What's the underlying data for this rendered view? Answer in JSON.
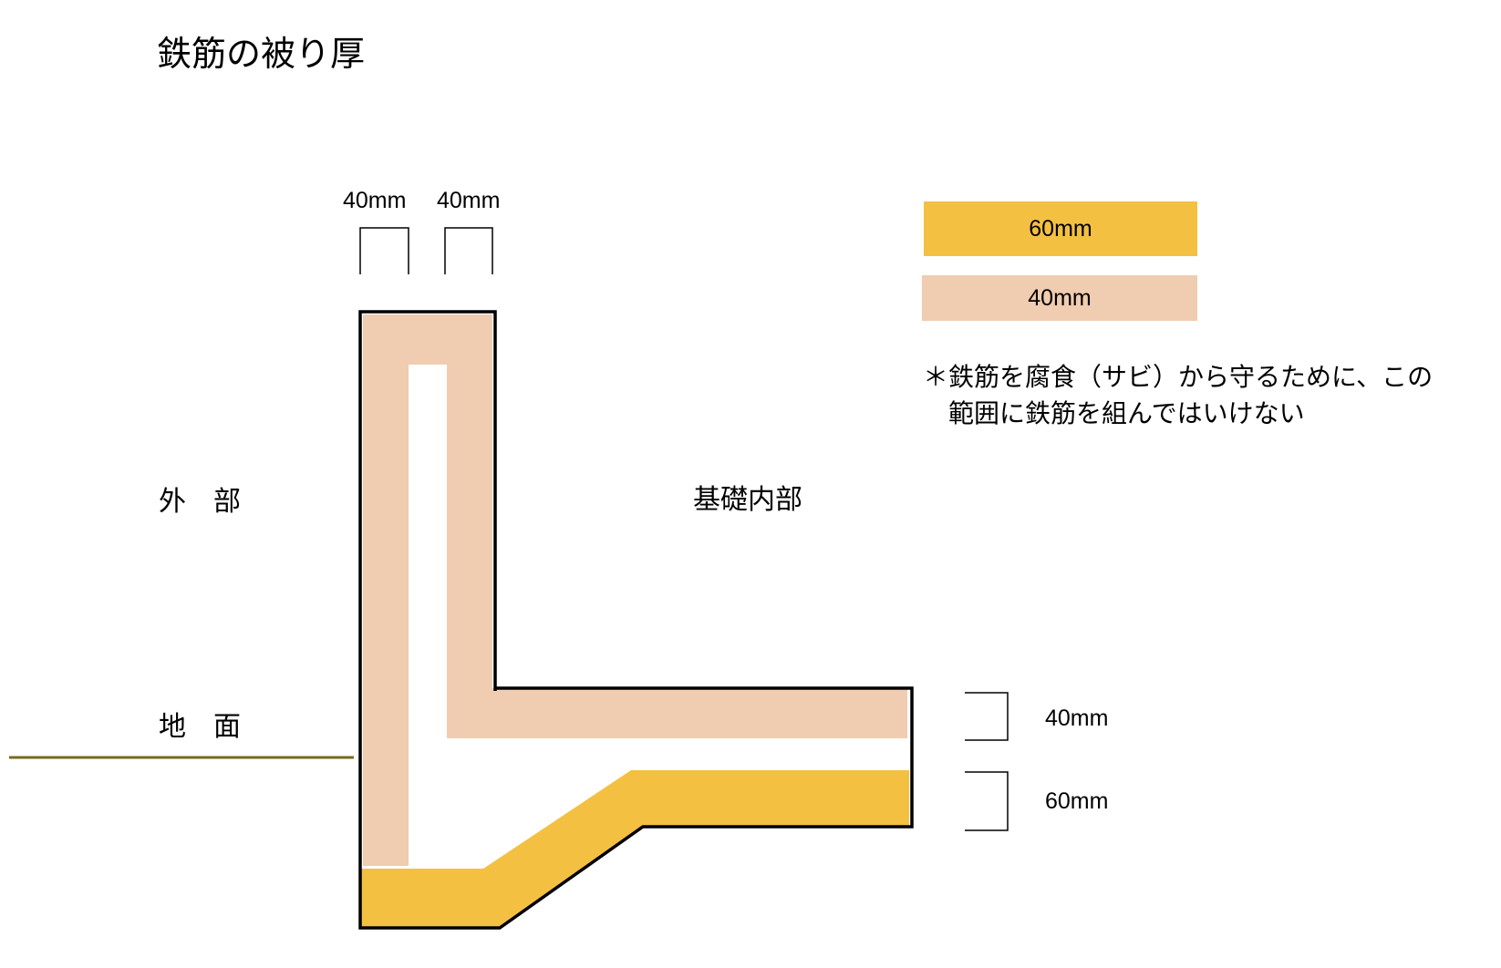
{
  "title": "鉄筋の被り厚",
  "legend": [
    {
      "label": "60mm",
      "color": "#F4C042"
    },
    {
      "label": "40mm",
      "color": "#F0CCB0"
    }
  ],
  "note": {
    "line1": "＊鉄筋を腐食（サビ）から守るために、この",
    "line2": "範囲に鉄筋を組んではいけない"
  },
  "labels": {
    "outside": "外　部",
    "inside": "基礎内部",
    "ground": "地　面"
  },
  "dimensions": {
    "top_left": "40mm",
    "top_right": "40mm",
    "right_upper": "40mm",
    "right_lower": "60mm"
  },
  "colors": {
    "cover_60": "#F4C042",
    "cover_40": "#F0CCB0",
    "ground_line": "#7A6A1E",
    "outline": "#000000"
  }
}
